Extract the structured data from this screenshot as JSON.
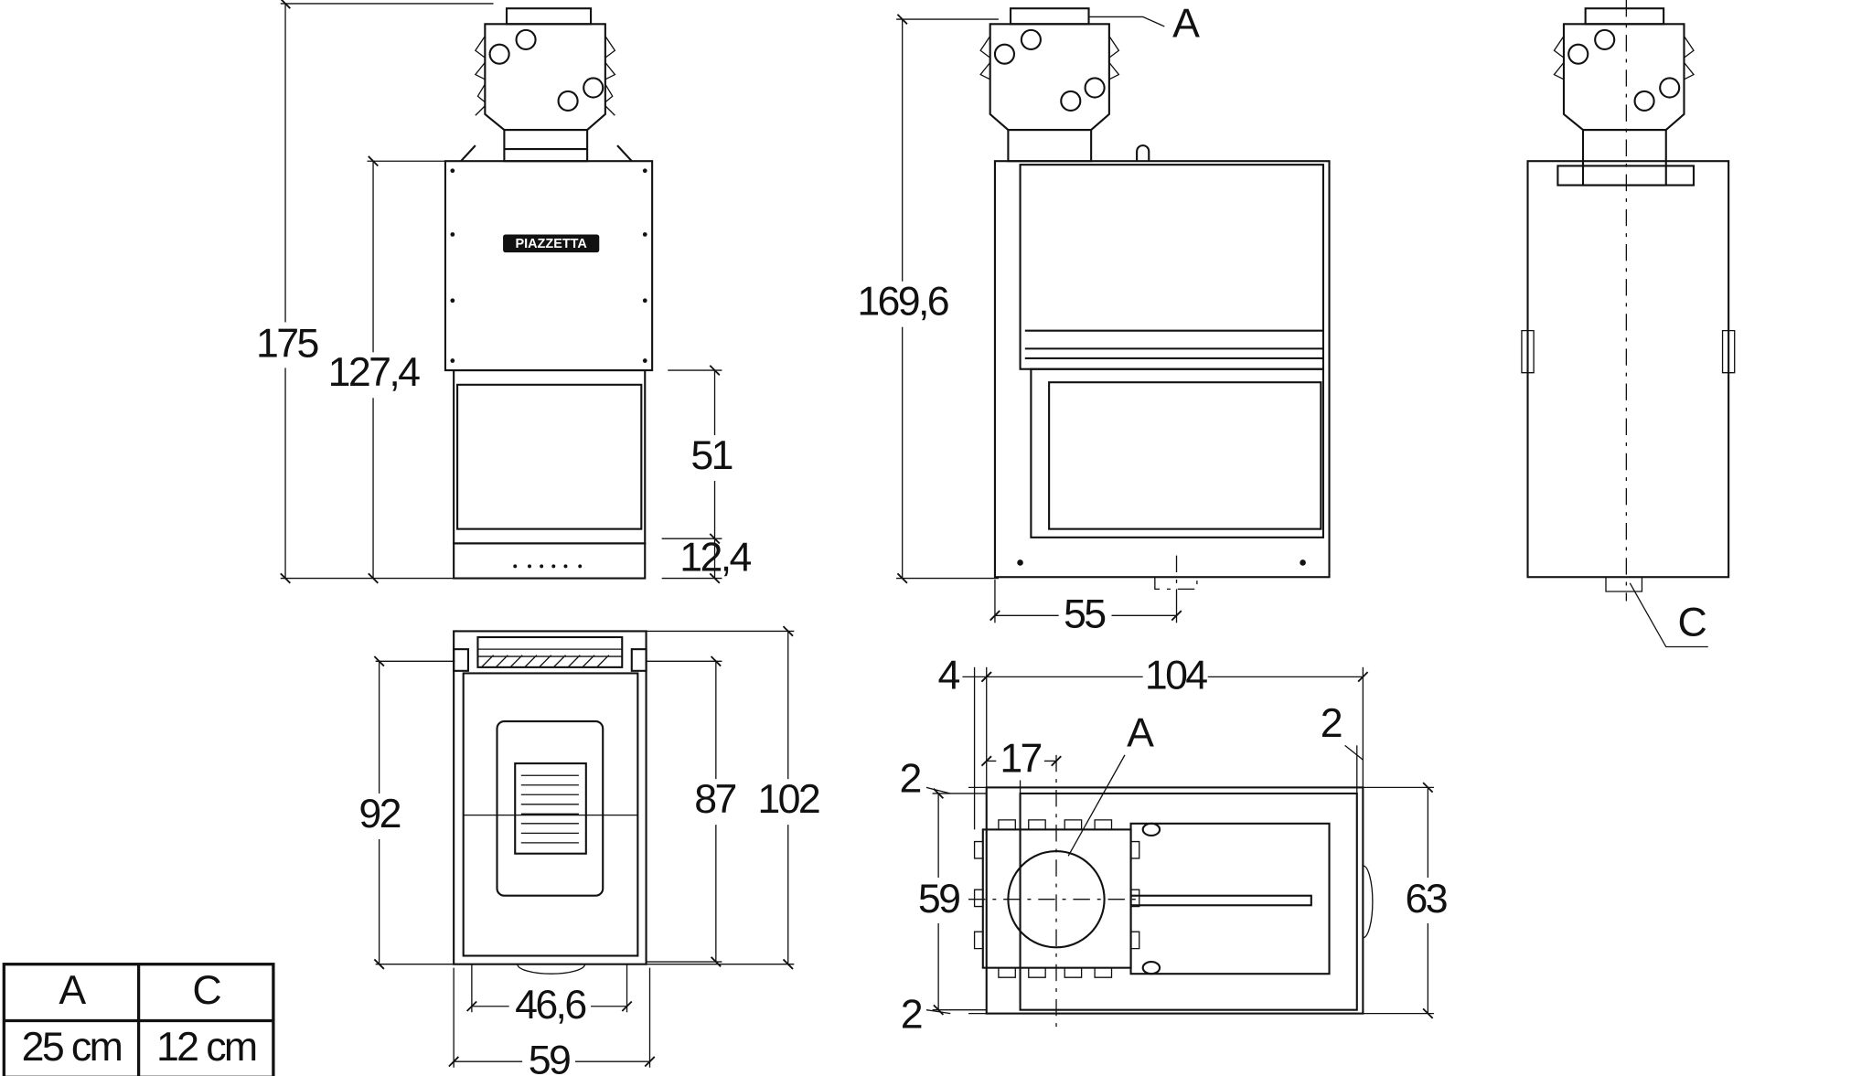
{
  "brand_logo": "PIAZZETTA",
  "front_view": {
    "dim_total_height": "175",
    "dim_body_height": "127,4",
    "dim_firebox_height": "51",
    "dim_base_height": "12,4"
  },
  "side_view": {
    "dim_height": "169,6",
    "dim_depth": "55",
    "callout_a": "A"
  },
  "rear_view": {
    "callout_c": "C"
  },
  "plan_view_left": {
    "dim_92": "92",
    "dim_87": "87",
    "dim_102": "102",
    "dim_46_6": "46,6",
    "dim_59": "59"
  },
  "plan_view_right": {
    "dim_4": "4",
    "dim_104": "104",
    "dim_2_right": "2",
    "dim_17": "17",
    "callout_a": "A",
    "dim_2_top": "2",
    "dim_59": "59",
    "dim_63": "63",
    "dim_2_bottom": "2"
  },
  "legend_table": {
    "headers": [
      "A",
      "C"
    ],
    "values": [
      "25 cm",
      "12 cm"
    ]
  }
}
